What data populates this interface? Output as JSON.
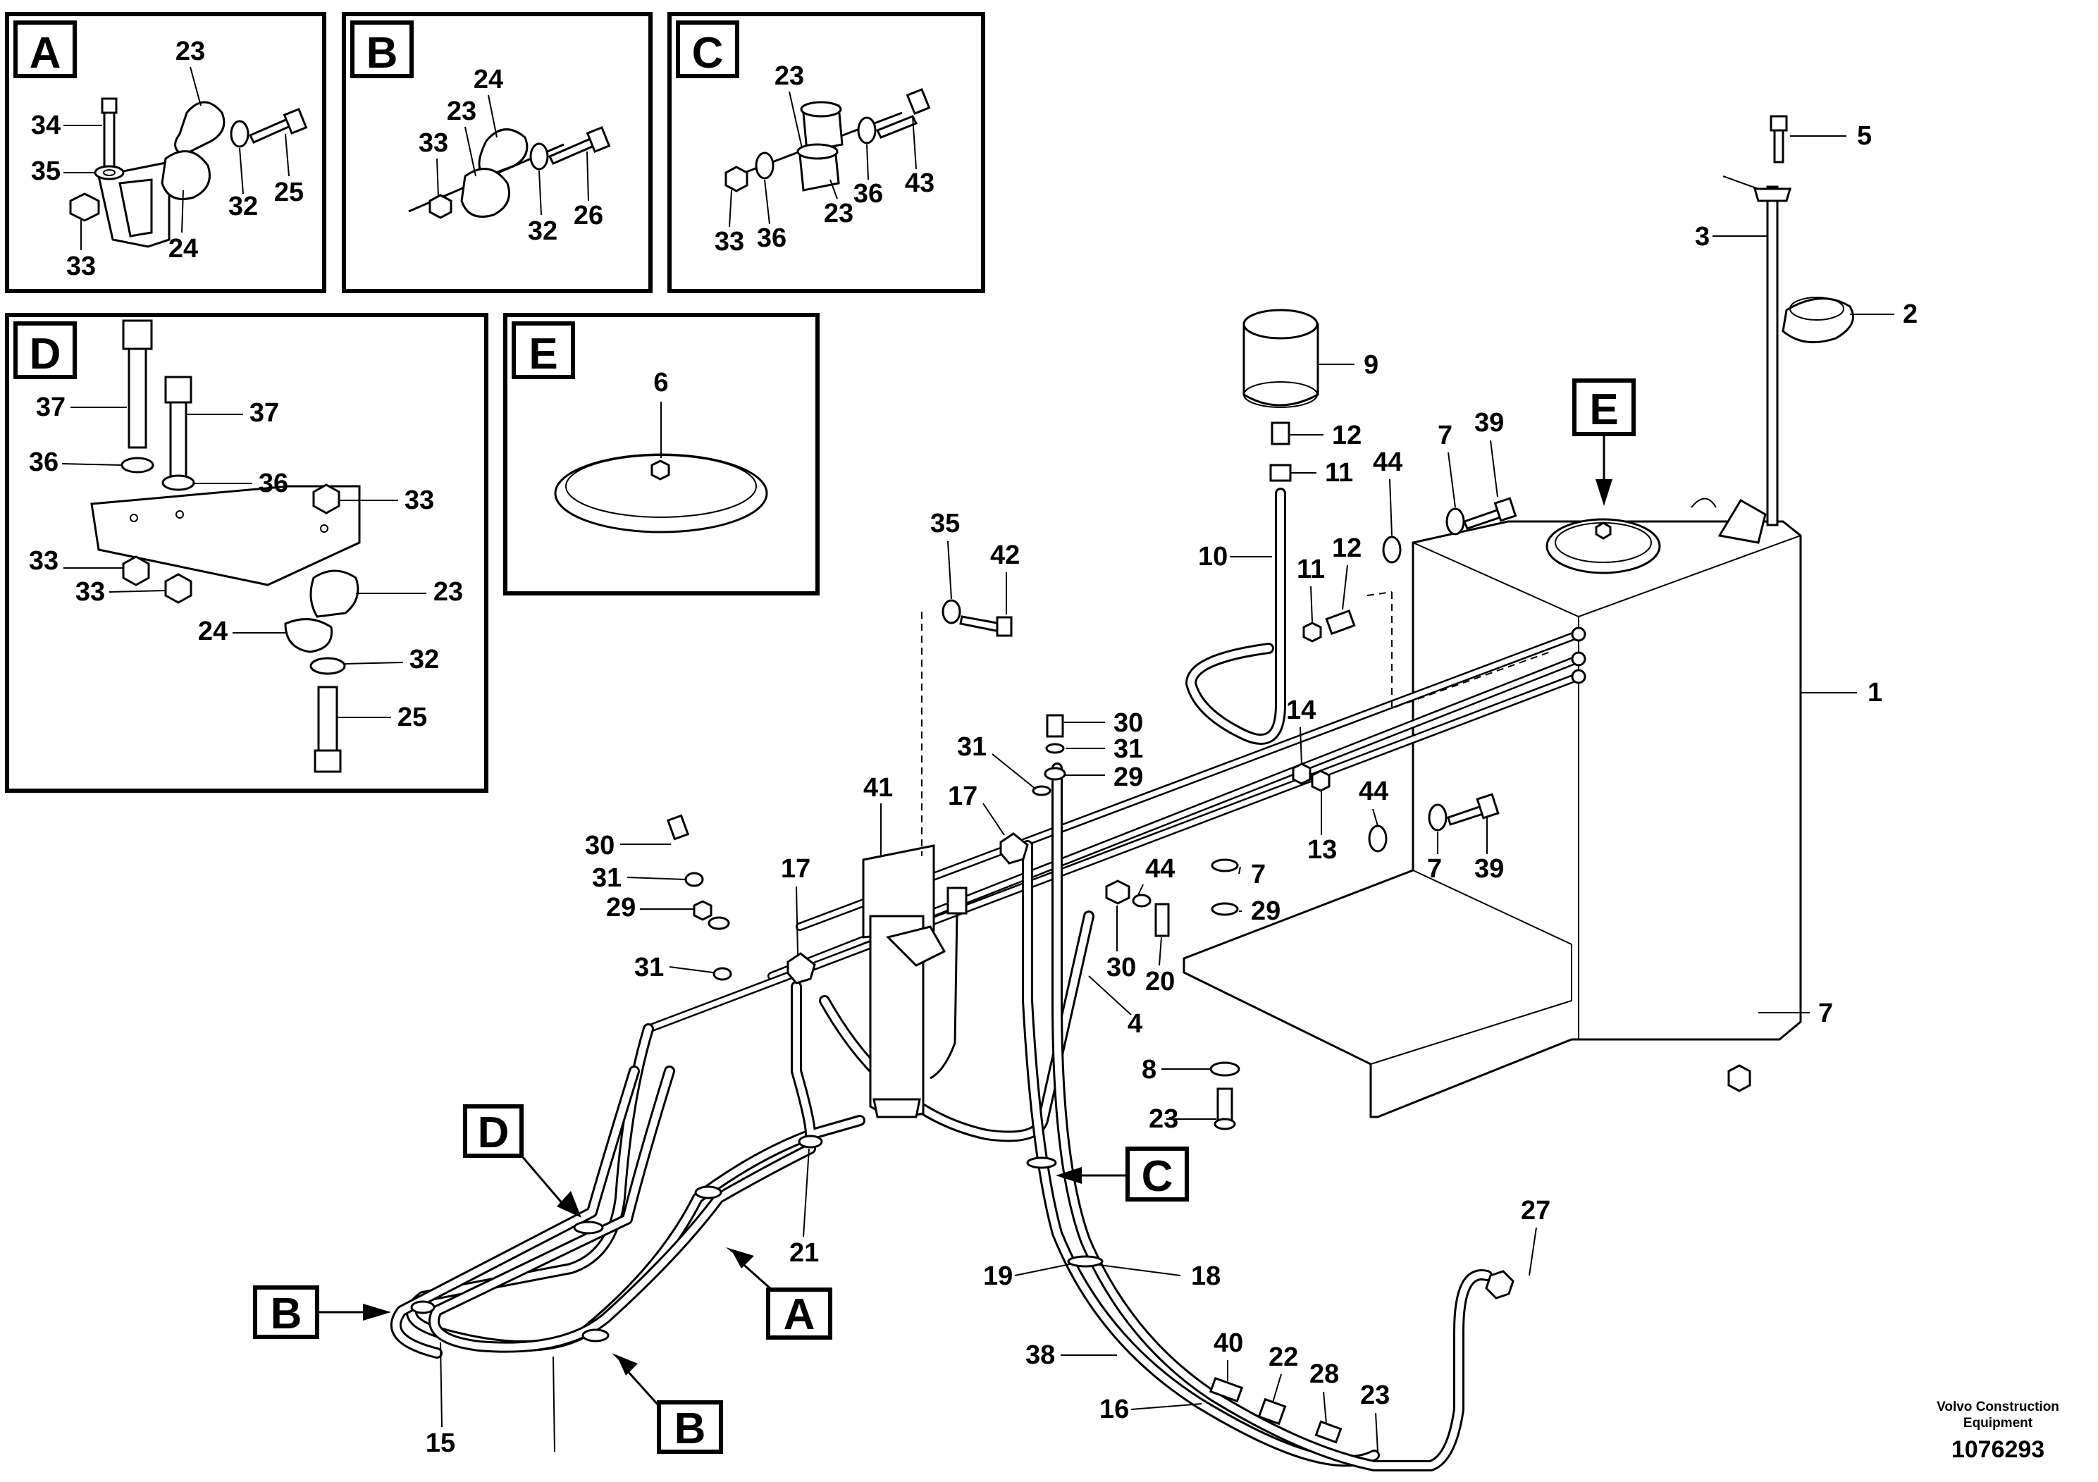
{
  "panels": {
    "A": {
      "letter": "A",
      "callouts": [
        "23",
        "34",
        "35",
        "32",
        "25",
        "33",
        "24"
      ]
    },
    "B": {
      "letter": "B",
      "callouts": [
        "24",
        "23",
        "33",
        "32",
        "26"
      ]
    },
    "C": {
      "letter": "C",
      "callouts": [
        "23",
        "36",
        "43",
        "33",
        "36",
        "23"
      ]
    },
    "D": {
      "letter": "D",
      "callouts": [
        "37",
        "37",
        "36",
        "36",
        "33",
        "33",
        "33",
        "23",
        "24",
        "32",
        "25"
      ]
    },
    "E": {
      "letter": "E",
      "callouts": [
        "6"
      ]
    }
  },
  "main_callouts": [
    "5",
    "3",
    "2",
    "9",
    "12",
    "11",
    "7",
    "39",
    "44",
    "10",
    "11",
    "12",
    "1",
    "35",
    "42",
    "30",
    "31",
    "29",
    "14",
    "13",
    "44",
    "7",
    "39",
    "41",
    "17",
    "31",
    "17",
    "30",
    "31",
    "29",
    "31",
    "44",
    "7",
    "29",
    "30",
    "20",
    "4",
    "7",
    "8",
    "23",
    "21",
    "27",
    "19",
    "18",
    "38",
    "40",
    "22",
    "28",
    "23",
    "16",
    "15"
  ],
  "section_markers": [
    "D",
    "B",
    "A",
    "B",
    "C",
    "E"
  ],
  "credit": {
    "line1": "Volvo Construction",
    "line2": "Equipment"
  },
  "document_number": "1076293"
}
